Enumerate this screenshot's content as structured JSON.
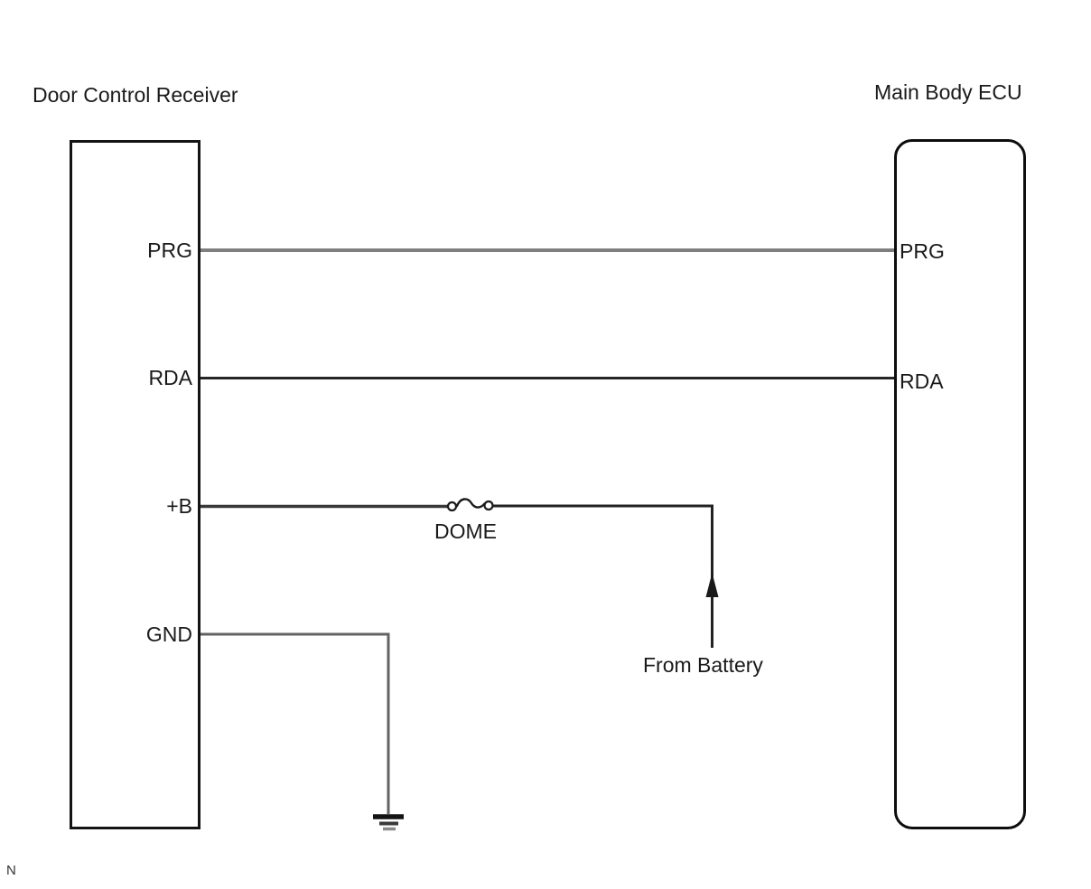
{
  "diagram": {
    "left_component": {
      "title": "Door Control Receiver",
      "pins": {
        "prg": "PRG",
        "rda": "RDA",
        "plus_b": "+B",
        "gnd": "GND"
      }
    },
    "right_component": {
      "title": "Main Body ECU",
      "pins": {
        "prg": "PRG",
        "rda": "RDA"
      }
    },
    "fuse": {
      "label": "DOME"
    },
    "battery": {
      "label": "From Battery"
    },
    "footnote": "N",
    "connections": [
      {
        "from": "Door Control Receiver PRG",
        "to": "Main Body ECU PRG"
      },
      {
        "from": "Door Control Receiver RDA",
        "to": "Main Body ECU RDA"
      },
      {
        "from": "Door Control Receiver +B",
        "via": "DOME fuse",
        "to": "From Battery"
      },
      {
        "from": "Door Control Receiver GND",
        "to": "Ground"
      }
    ],
    "colors": {
      "wire_prg": "#7e7e7e",
      "wire_rda": "#262626",
      "wire_plus_b": "#383838",
      "wire_gnd": "#636363",
      "symbol_black": "#1a1a1a",
      "text": "#1a1a1a"
    }
  }
}
